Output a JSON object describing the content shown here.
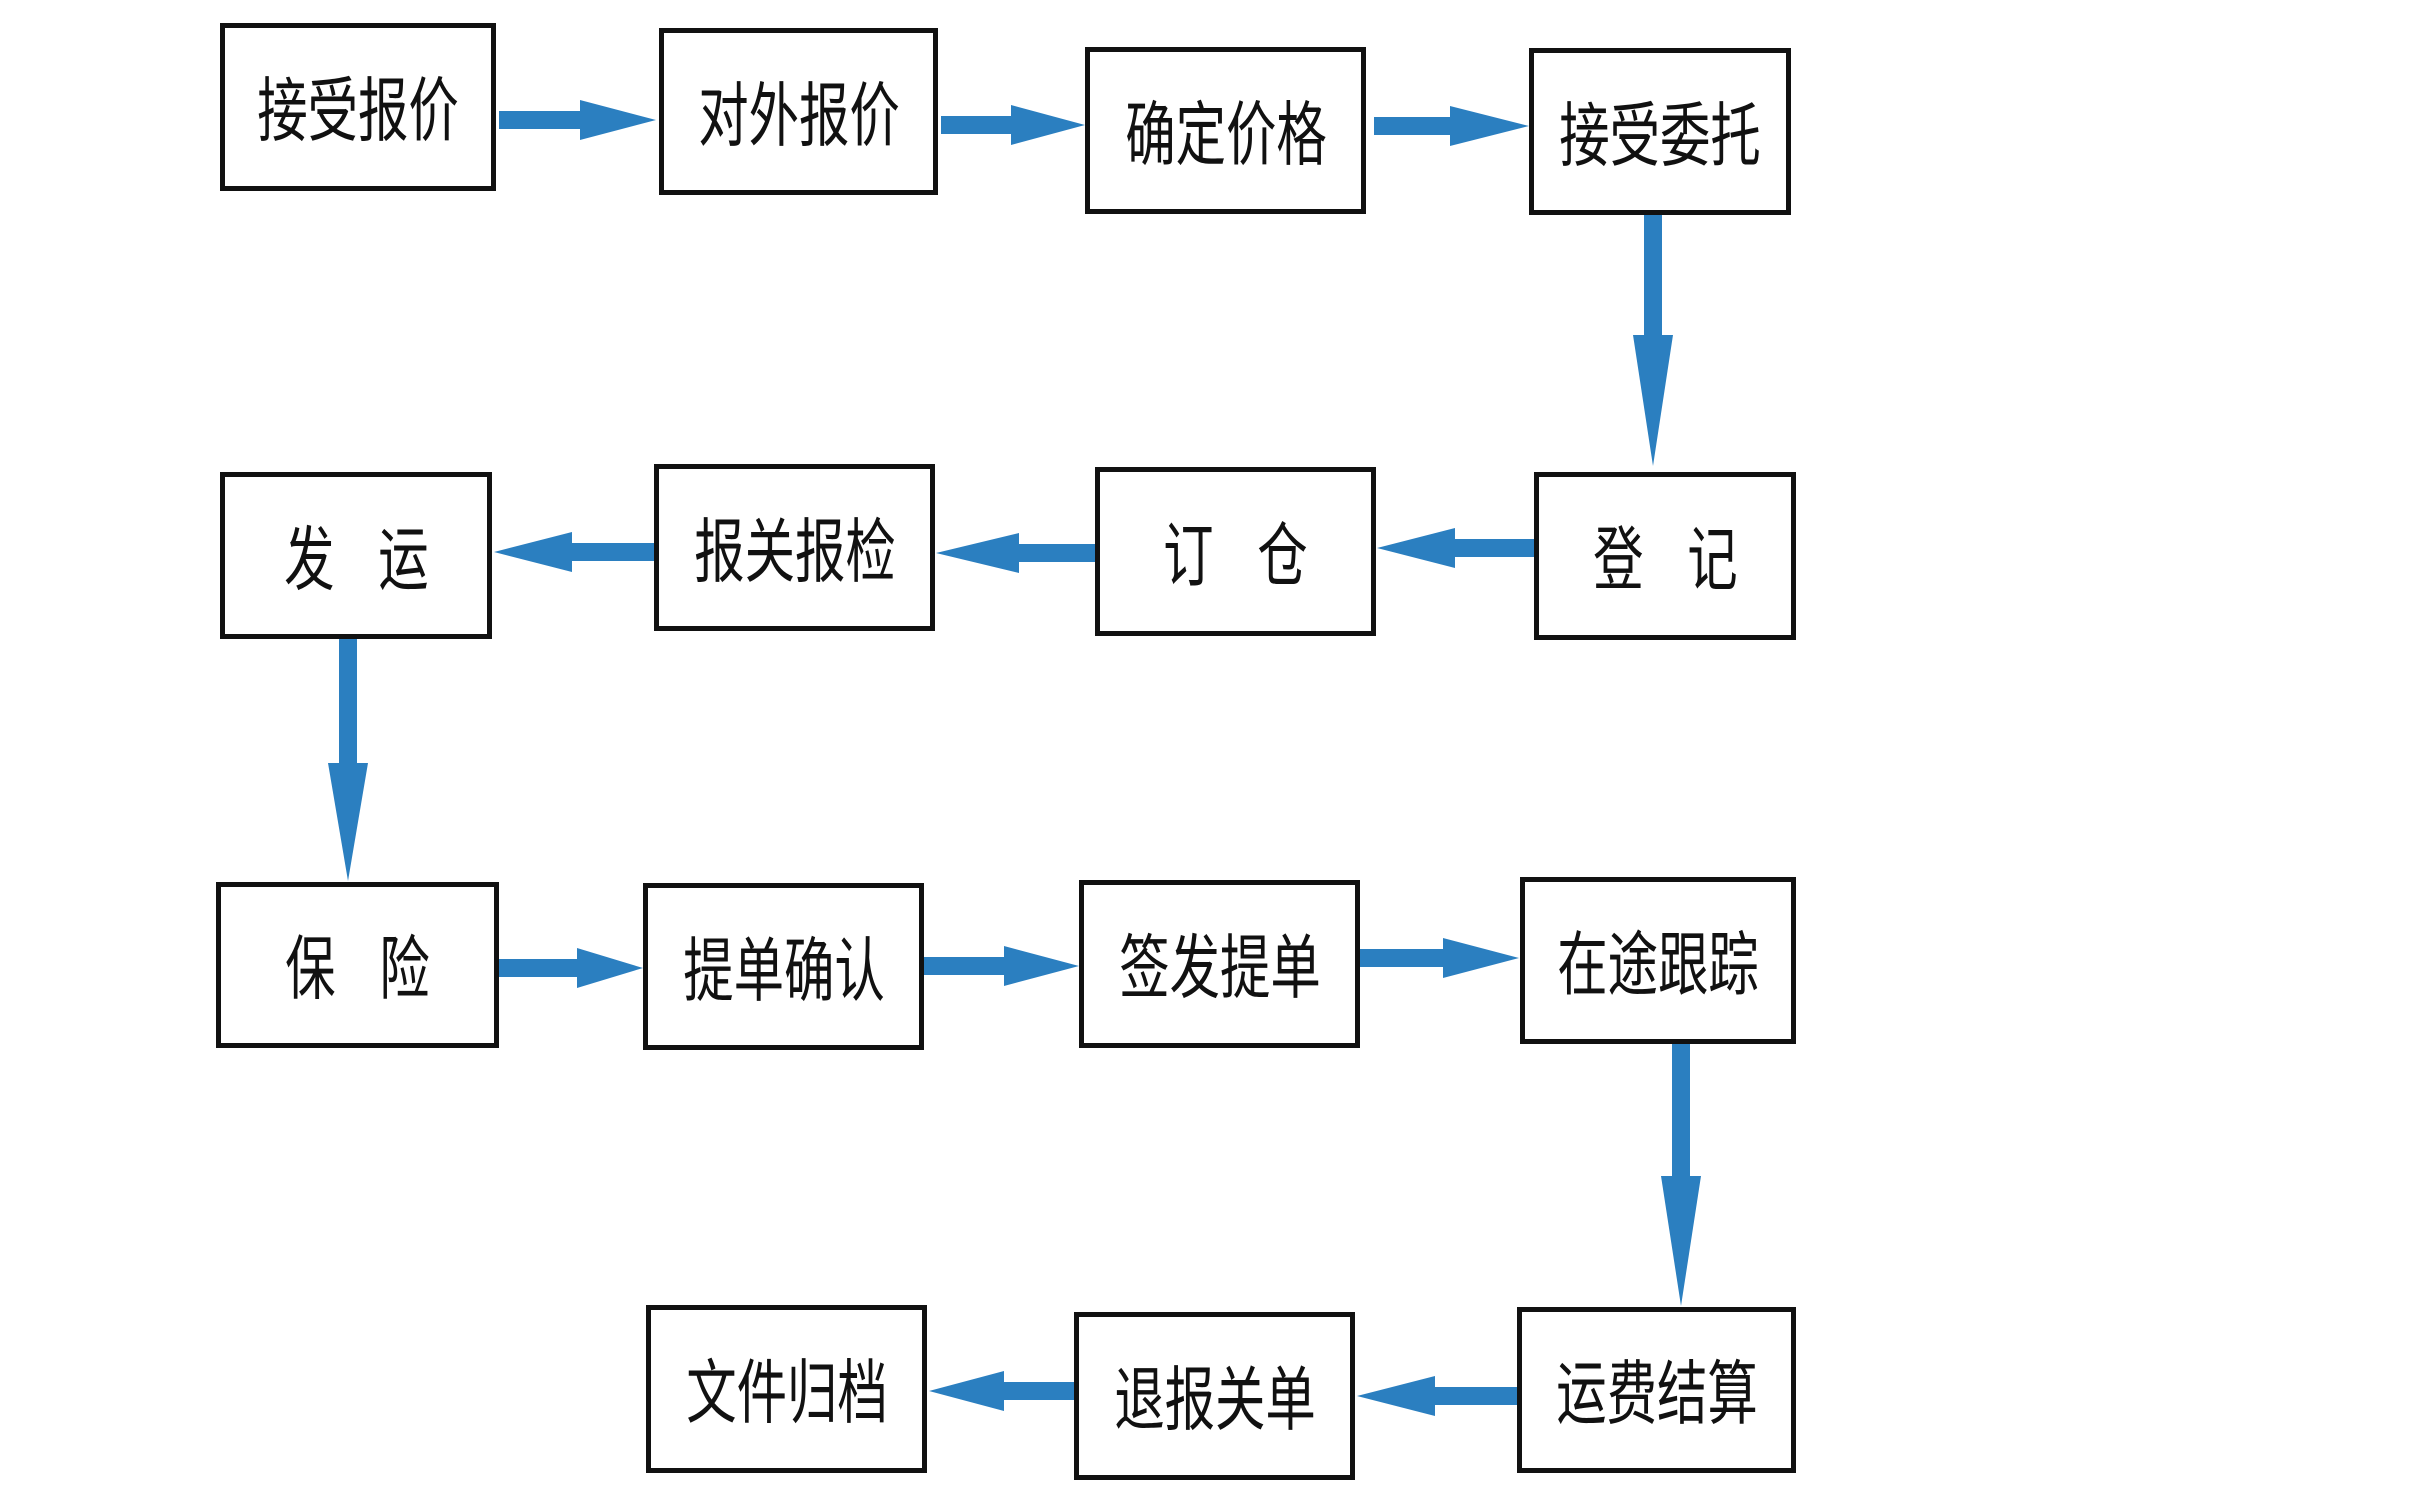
{
  "steps": [
    "接受报价",
    "对外报价",
    "确定价格",
    "接受委托",
    "登 记",
    "订 仓",
    "报关报检",
    "发 运",
    "保 险",
    "提单确认",
    "签发提单",
    "在途跟踪",
    "运费结算",
    "退报关单",
    "文件归档"
  ],
  "colors": {
    "arrow": "#2b7fc0",
    "box_border": "#111111"
  }
}
